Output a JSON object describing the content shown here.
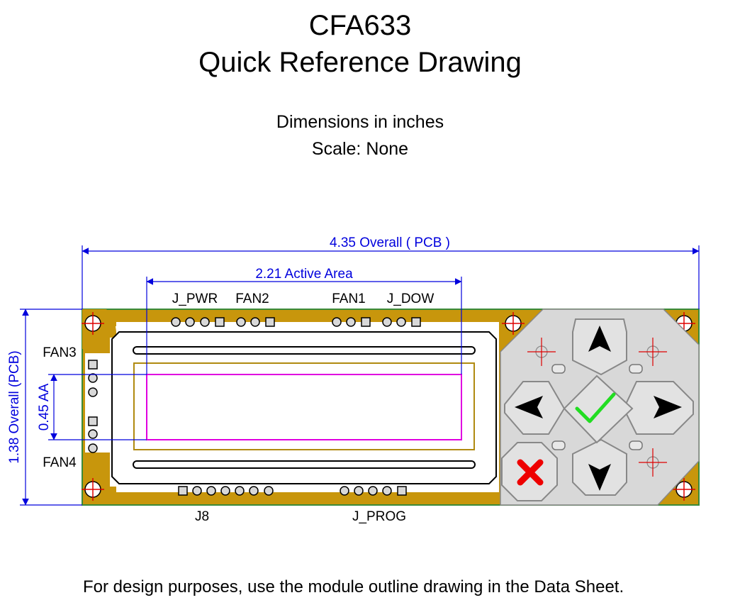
{
  "title": {
    "line1": "CFA633",
    "line2": "Quick Reference Drawing"
  },
  "subtitle": {
    "dimensions_note": "Dimensions in inches",
    "scale_note": "Scale: None"
  },
  "dimensions": {
    "overall_width": "4.35 Overall ( PCB )",
    "active_area_width": "2.21 Active Area",
    "overall_height": "1.38 Overall (PCB)",
    "active_area_height": "0.45 AA"
  },
  "connectors": {
    "j_pwr": "J_PWR",
    "fan2": "FAN2",
    "fan1": "FAN1",
    "j_dow": "J_DOW",
    "fan3": "FAN3",
    "fan4": "FAN4",
    "j8": "J8",
    "j_prog": "J_PROG"
  },
  "footer_note": "For design purposes, use the module outline drawing in the Data Sheet.",
  "colors": {
    "pcb": "#c8960c",
    "pcb_edge": "#3a8a3a",
    "dimension": "#0000dd",
    "active_area": "#e000e0",
    "viewing_area": "#b08a10",
    "keypad": "#d8d8d8",
    "check": "#22dd22",
    "cancel": "#ee0000",
    "mount_cross": "#dd0000"
  },
  "icons": [
    "up-arrow-icon",
    "down-arrow-icon",
    "left-arrow-icon",
    "right-arrow-icon",
    "check-icon",
    "cancel-x-icon"
  ]
}
